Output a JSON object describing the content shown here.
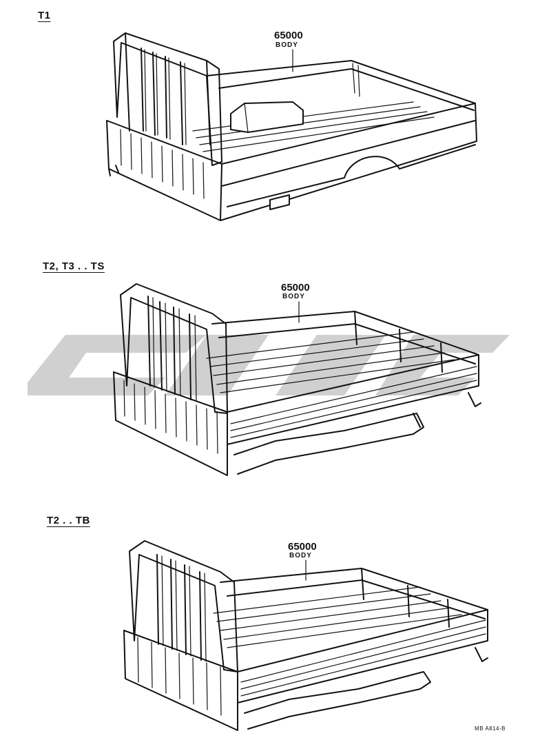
{
  "figures": [
    {
      "label": "T1",
      "part_number": "65000",
      "part_name": "BODY"
    },
    {
      "label": "T2, T3 . . TS",
      "part_number": "65000",
      "part_name": "BODY"
    },
    {
      "label": "T2 . . TB",
      "part_number": "65000",
      "part_name": "BODY"
    }
  ],
  "reference_code": "MB  A814-B",
  "watermark_color": "#c8c8c8",
  "line_color": "#111111"
}
